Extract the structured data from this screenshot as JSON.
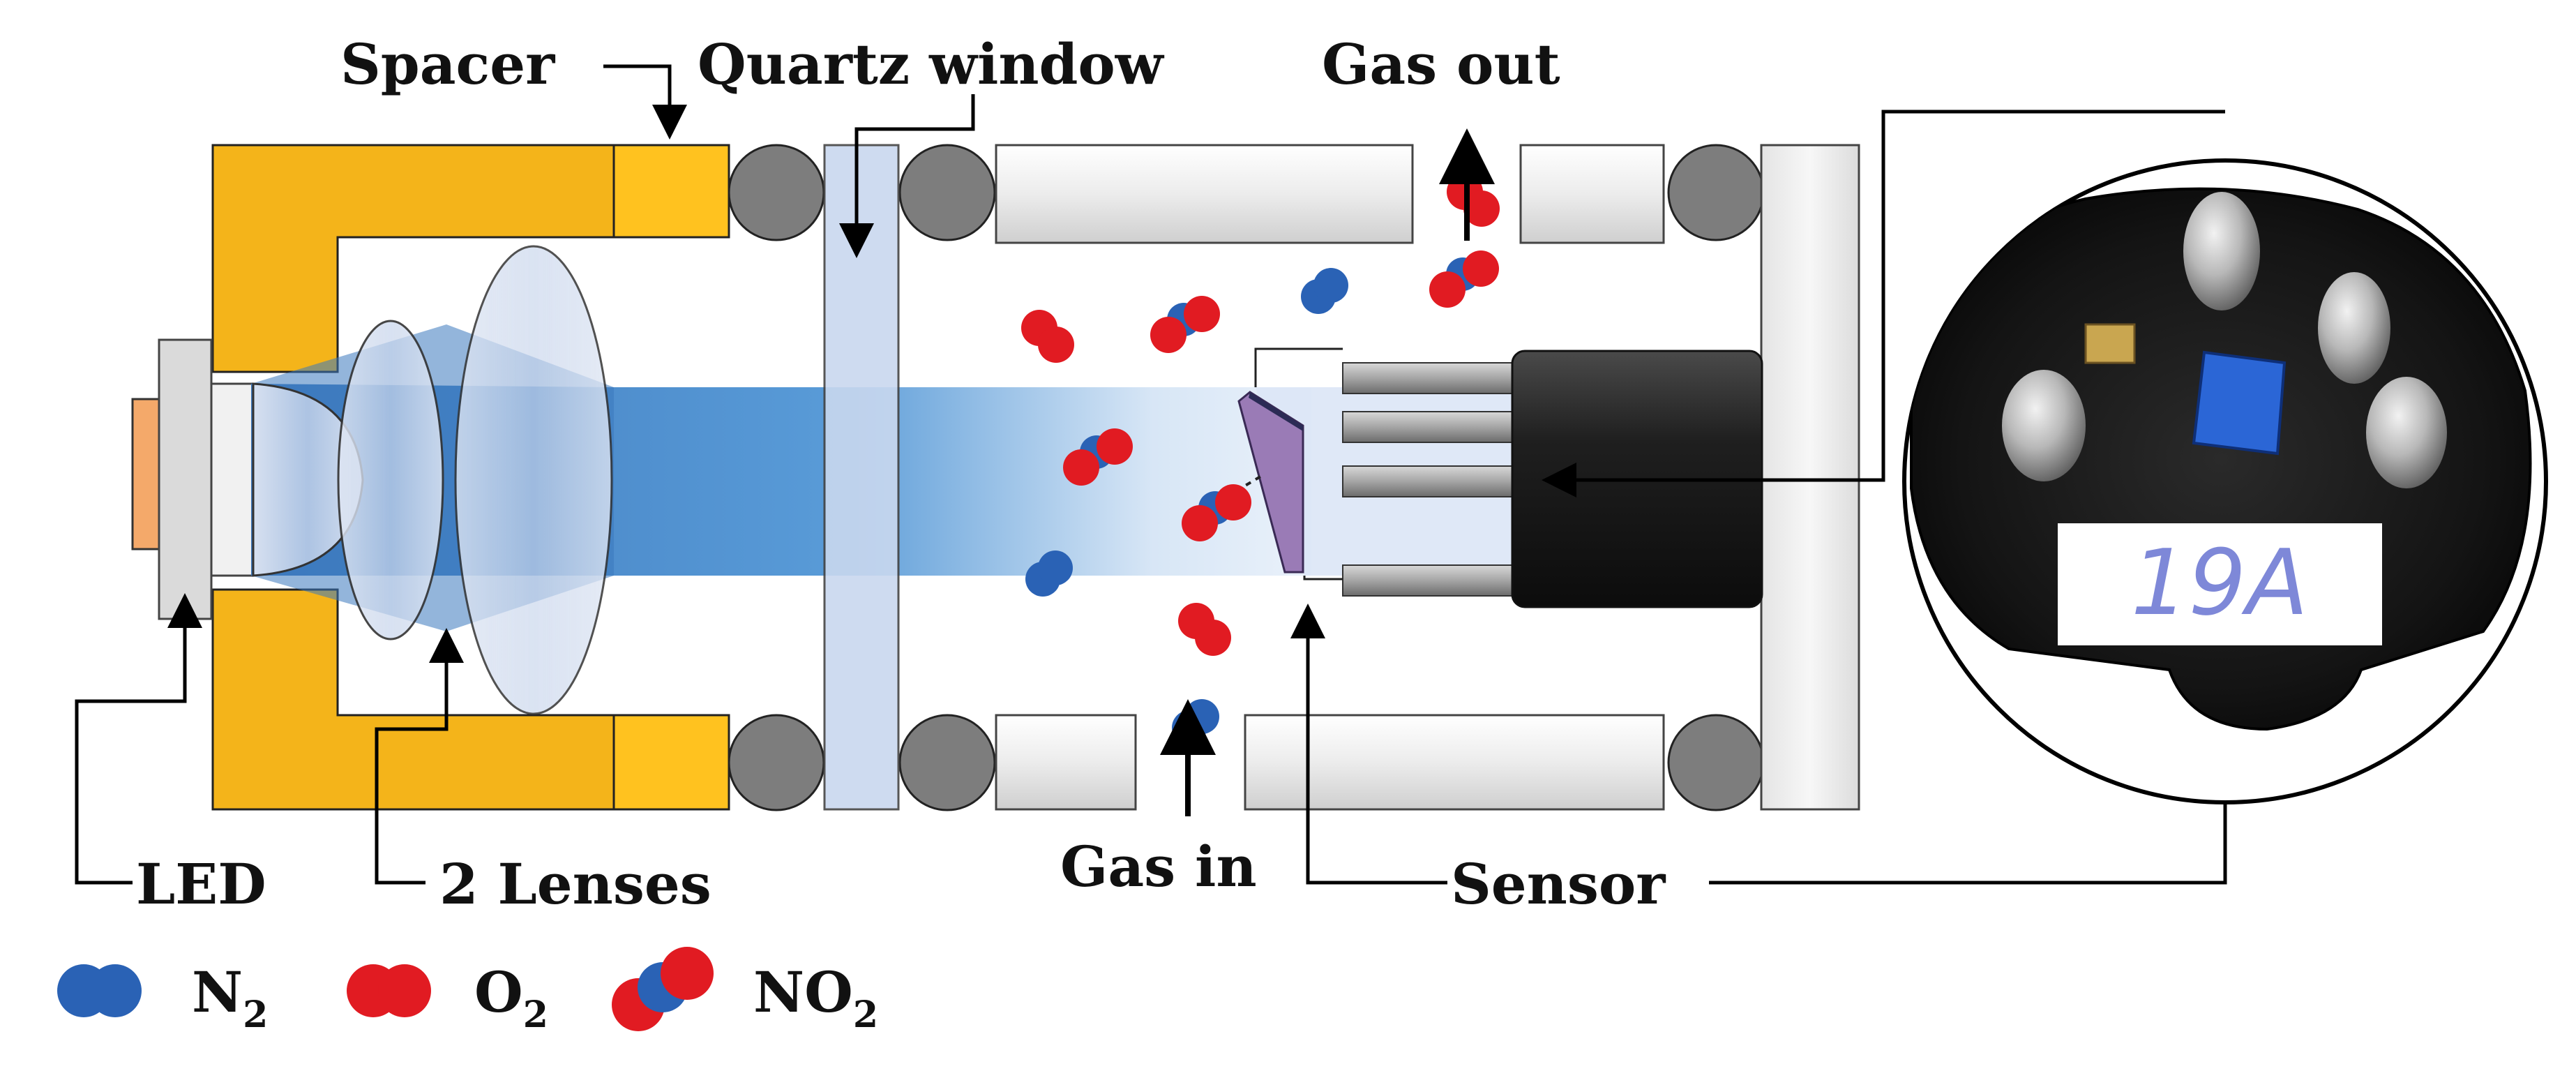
{
  "labels": {
    "spacer": "Spacer",
    "quartz_window": "Quartz window",
    "gas_out": "Gas out",
    "gas_in": "Gas in",
    "led": "LED",
    "lenses": "2 Lenses",
    "sensor": "Sensor",
    "sensor_tag": "19A"
  },
  "legend": [
    {
      "base": "N",
      "sub": "2",
      "molecule": "n2"
    },
    {
      "base": "O",
      "sub": "2",
      "molecule": "o2"
    },
    {
      "base": "NO",
      "sub": "2",
      "molecule": "no2"
    }
  ],
  "colors": {
    "nitrogen": "#2a62b5",
    "oxygen": "#e11b22",
    "housing": "#f4b41a",
    "beam": "#3d86cc",
    "o_ring": "#7d7d7d"
  }
}
